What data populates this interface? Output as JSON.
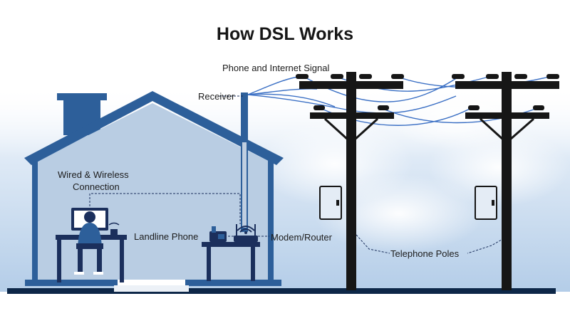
{
  "diagram": {
    "title": "How DSL Works",
    "labels": {
      "signal": "Phone and Internet Signal",
      "receiver": "Receiver",
      "wired_line1": "Wired & Wireless",
      "wired_line2": "Connection",
      "landline": "Landline Phone",
      "modem": "Modem/Router",
      "poles": "Telephone Poles"
    },
    "colors": {
      "house_blue": "#2d5f9a",
      "house_wall": "#b9cde3",
      "navy": "#1b2f5c",
      "pole": "#161616",
      "wire": "#3a6fc4",
      "sky": "#c4d9ee",
      "ground": "#0d2748"
    },
    "icons": [
      "house",
      "chimney",
      "antenna-mast",
      "telephone-pole",
      "junction-box",
      "desk",
      "computer-monitor",
      "person-at-desk",
      "landline-phone",
      "wifi-router"
    ]
  }
}
